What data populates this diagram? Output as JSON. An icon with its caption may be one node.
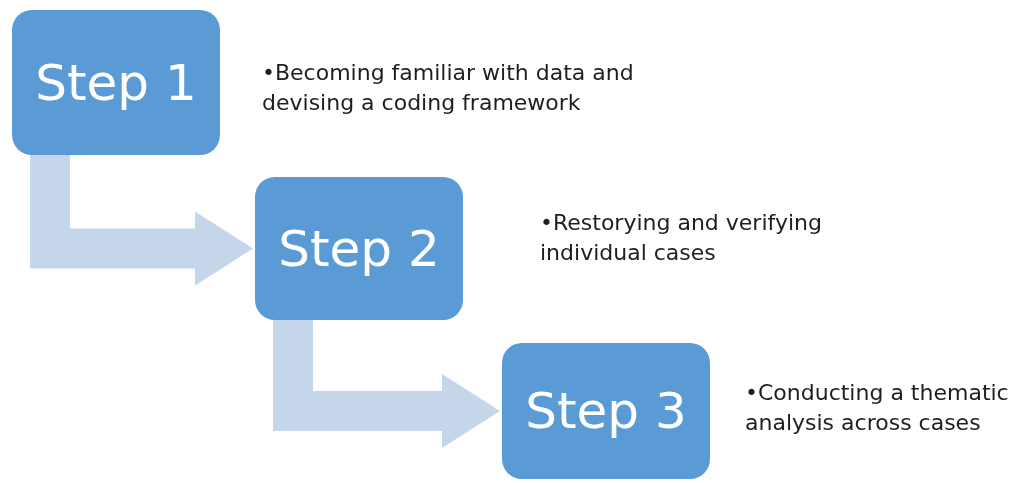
{
  "diagram": {
    "nodes": [
      {
        "text": [
          "Step 1"
        ],
        "beside": [
          "•Becoming familiar with data and devising a coding framework"
        ]
      },
      {
        "text": [
          "Step 2"
        ],
        "beside": [
          "•Restorying and verifying individual cases"
        ]
      },
      {
        "text": [
          "Step 3"
        ],
        "beside": [
          "•Conducting a thematic analysis across cases"
        ]
      }
    ],
    "edges": [
      {
        "from": 0,
        "to": 1,
        "arrow": "to"
      },
      {
        "from": 1,
        "to": 2,
        "arrow": "to"
      }
    ]
  }
}
